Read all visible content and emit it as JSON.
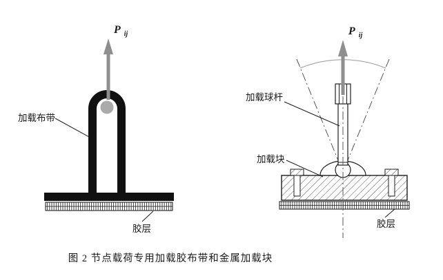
{
  "figure": {
    "caption": "图 2  节点载荷专用加载胶布带和金属加载块",
    "left_diagram": {
      "force": {
        "symbol": "P",
        "subscript": "ij"
      },
      "labels": {
        "strap": "加载布带",
        "adhesive": "胶层"
      }
    },
    "right_diagram": {
      "force": {
        "symbol": "P",
        "subscript": "ij"
      },
      "labels": {
        "rod": "加载球杆",
        "block": "加载块",
        "adhesive": "胶层"
      }
    },
    "colors": {
      "ink": "#1c1c1c",
      "arrow_gray": "#8f8f8f",
      "pin_gray": "#aaaaaa",
      "centerline": "#555555"
    }
  }
}
